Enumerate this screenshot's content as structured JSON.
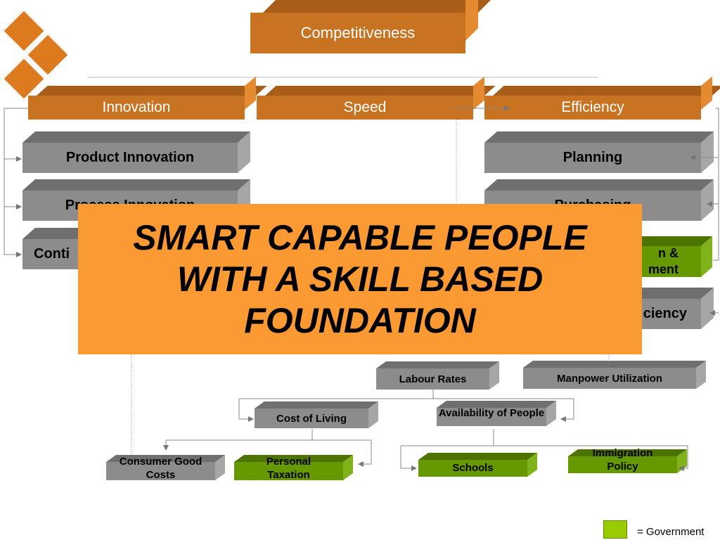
{
  "title": "Competitiveness",
  "pillars": [
    "Innovation",
    "Speed",
    "Efficiency"
  ],
  "innovation_items": [
    "Product Innovation",
    "Process Innovation",
    "Conti"
  ],
  "efficiency_items": [
    "Planning",
    "Purchasing",
    "n &",
    "ment",
    "ciency"
  ],
  "cost_tree": {
    "labour_rates": "Labour Rates",
    "manpower_utilization": "Manpower Utilization",
    "cost_of_living": "Cost of Living",
    "availability_of_people": "Availability of People",
    "consumer_good_costs": "Consumer Good Costs",
    "personal_taxation": "Personal Taxation",
    "schools": "Schools",
    "immigration_policy": "Immigration Policy"
  },
  "overlay_text": "SMART CAPABLE PEOPLE WITH A SKILL BASED FOUNDATION",
  "legend": {
    "label": "= Government",
    "color": "#99cc00"
  },
  "colors": {
    "orange": "#c87322",
    "grey": "#8c8c8c",
    "green": "#669900",
    "overlay": "#fb9a33"
  }
}
